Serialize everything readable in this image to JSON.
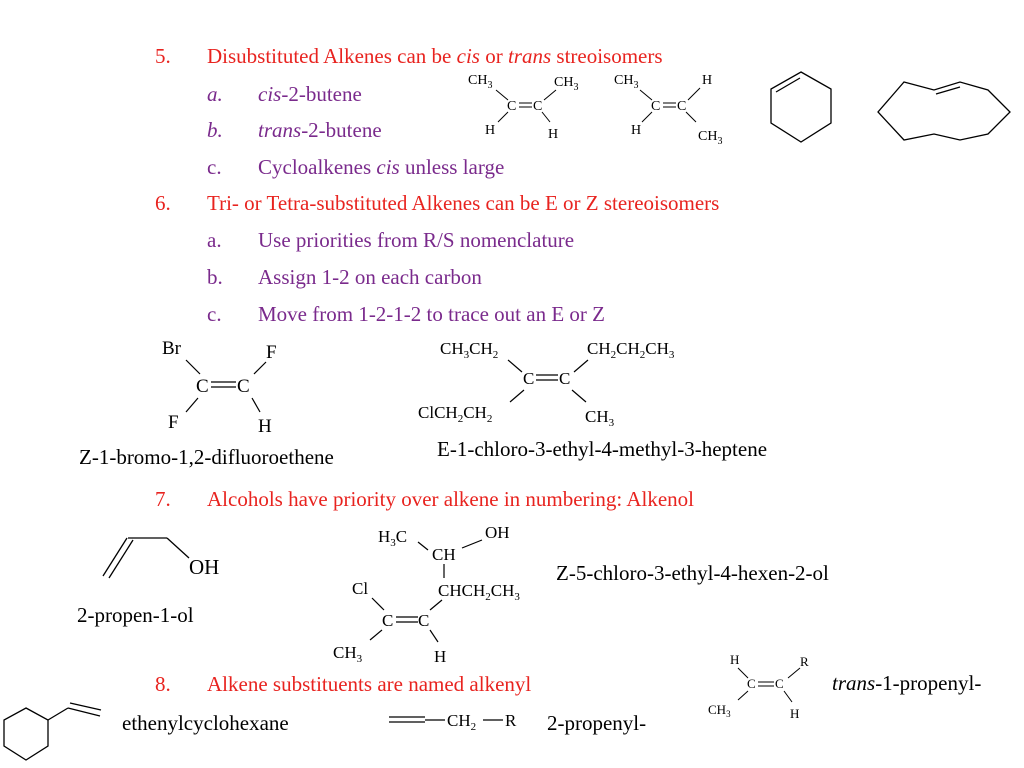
{
  "slide": {
    "items": [
      {
        "num": "5.",
        "pre": "Disubstituted Alkenes can be ",
        "em1": "cis",
        "mid": " or ",
        "em2": "trans",
        "post": " streoisomers"
      },
      {
        "num": "6.",
        "text": "Tri- or Tetra-substituted Alkenes can be E or Z stereoisomers"
      },
      {
        "num": "7.",
        "text": "Alcohols have priority over alkene in numbering:  Alkenol"
      },
      {
        "num": "8.",
        "text": "Alkene substituents are named alkenyl"
      }
    ],
    "sub5": [
      {
        "letter": "a.",
        "em": "cis",
        "rest": "-2-butene"
      },
      {
        "letter": "b.",
        "em": "trans",
        "rest": "-2-butene"
      },
      {
        "letter": "c.",
        "pre": "Cycloalkenes ",
        "em": "cis",
        "rest": " unless large"
      }
    ],
    "sub6": [
      {
        "letter": "a.",
        "text": "Use priorities from R/S nomenclature"
      },
      {
        "letter": "b.",
        "text": "Assign 1-2 on each carbon"
      },
      {
        "letter": "c.",
        "text": "Move from 1-2-1-2 to trace out an E or Z"
      }
    ],
    "names": {
      "bromo": "Z-1-bromo-1,2-difluoroethene",
      "heptene": "E-1-chloro-3-ethyl-4-methyl-3-heptene",
      "propenol": "2-propen-1-ol",
      "hexenol": "Z-5-chloro-3-ethyl-4-hexen-2-ol",
      "ethenyl": "ethenylcyclohexane",
      "propenyl": "2-propenyl-",
      "trans_pre": "trans",
      "trans_rest": "-1-propenyl-"
    },
    "atoms": {
      "C": "C",
      "H": "H",
      "CH": "CH",
      "CH3": "CH3",
      "Br": "Br",
      "F": "F",
      "Cl": "Cl",
      "OH": "OH",
      "R": "R",
      "H3C": "H3C",
      "CH2": "CH2",
      "CH3CH2": "CH3CH2",
      "CH2CH2CH3": "CH2CH2CH3",
      "ClCH2CH2": "ClCH2CH2",
      "CHCH2CH3": "CHCH2CH3"
    }
  }
}
